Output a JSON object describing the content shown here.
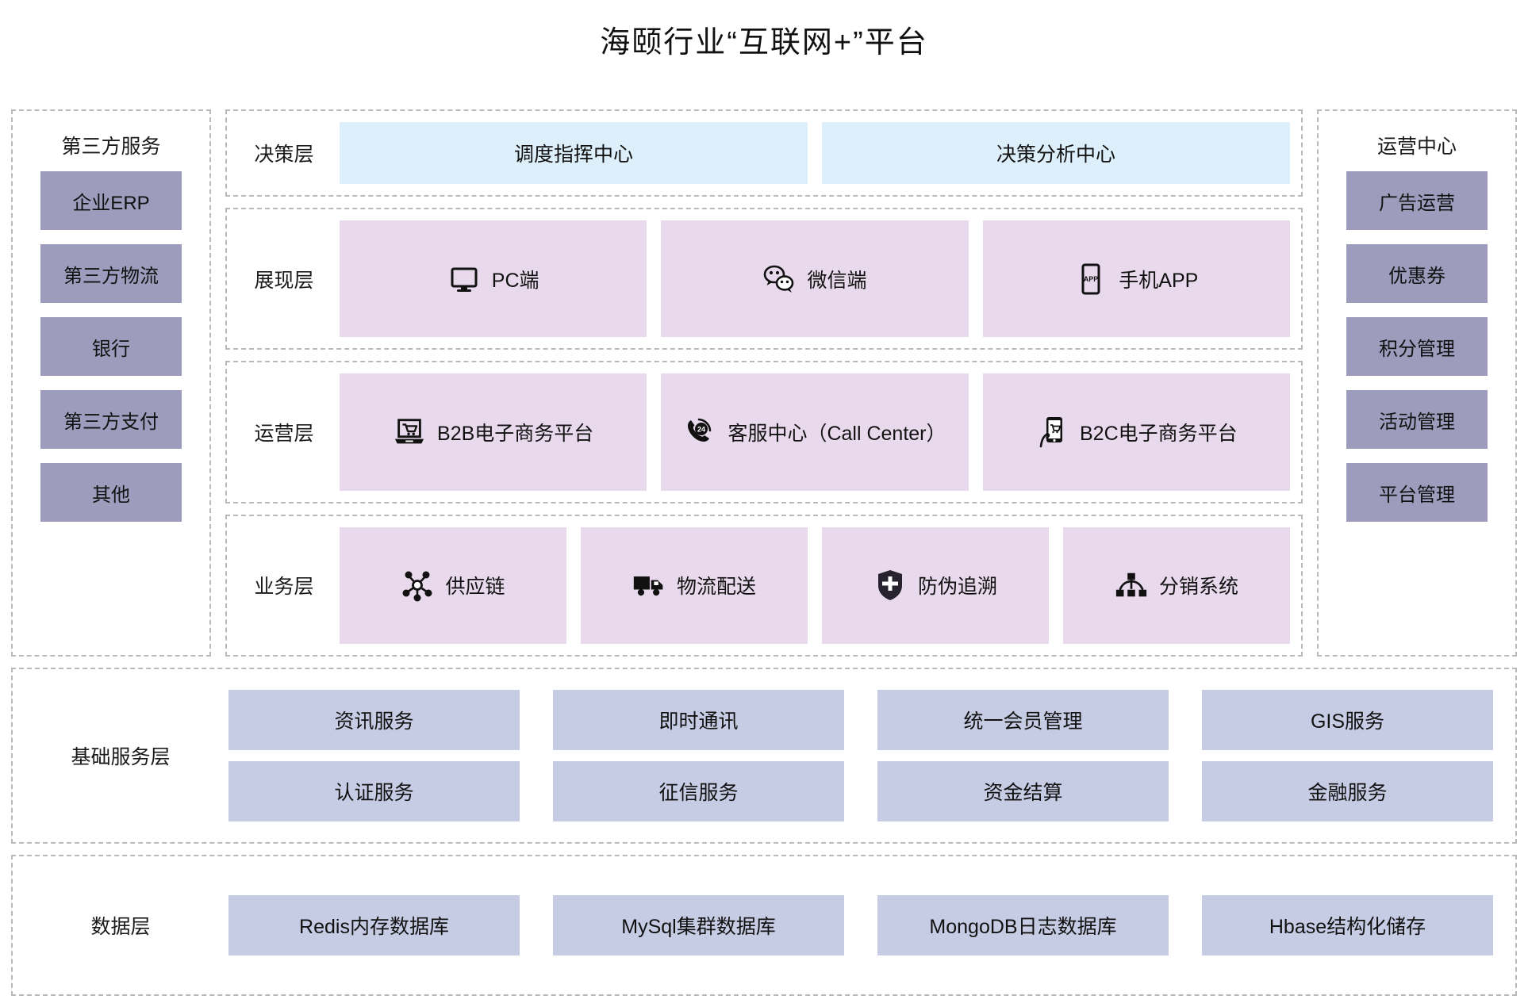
{
  "title": "海颐行业“互联网+”平台",
  "colors": {
    "purple_box": "#9d9cbd",
    "pink_box": "#e8d9ec",
    "blue_box": "#ddeffb",
    "bluegray_box": "#c6cce4",
    "dashed_border": "#b9b9b9"
  },
  "left_panel": {
    "title": "第三方服务",
    "items": [
      {
        "label": "企业ERP"
      },
      {
        "label": "第三方物流"
      },
      {
        "label": "银行"
      },
      {
        "label": "第三方支付"
      },
      {
        "label": "其他"
      }
    ]
  },
  "right_panel": {
    "title": "运营中心",
    "items": [
      {
        "label": "广告运营"
      },
      {
        "label": "优惠券"
      },
      {
        "label": "积分管理"
      },
      {
        "label": "活动管理"
      },
      {
        "label": "平台管理"
      }
    ]
  },
  "layers": {
    "decision": {
      "label": "决策层",
      "items": [
        {
          "label": "调度指挥中心",
          "icon": ""
        },
        {
          "label": "决策分析中心",
          "icon": ""
        }
      ]
    },
    "presentation": {
      "label": "展现层",
      "items": [
        {
          "label": "PC端",
          "icon": "monitor-icon"
        },
        {
          "label": "微信端",
          "icon": "wechat-icon"
        },
        {
          "label": "手机APP",
          "icon": "mobile-app-icon"
        }
      ]
    },
    "operations": {
      "label": "运营层",
      "items": [
        {
          "label": "B2B电子商务平台",
          "icon": "laptop-cart-icon"
        },
        {
          "label": "客服中心（Call Center）",
          "icon": "phone-24h-icon"
        },
        {
          "label": "B2C电子商务平台",
          "icon": "mobile-cart-icon"
        }
      ]
    },
    "business": {
      "label": "业务层",
      "items": [
        {
          "label": "供应链",
          "icon": "network-nodes-icon"
        },
        {
          "label": "物流配送",
          "icon": "truck-icon"
        },
        {
          "label": "防伪追溯",
          "icon": "shield-plus-icon"
        },
        {
          "label": "分销系统",
          "icon": "hierarchy-icon"
        }
      ]
    },
    "base_services": {
      "label": "基础服务层",
      "rows": [
        [
          {
            "label": "资讯服务"
          },
          {
            "label": "即时通讯"
          },
          {
            "label": "统一会员管理"
          },
          {
            "label": "GIS服务"
          }
        ],
        [
          {
            "label": "认证服务"
          },
          {
            "label": "征信服务"
          },
          {
            "label": "资金结算"
          },
          {
            "label": "金融服务"
          }
        ]
      ]
    },
    "data": {
      "label": "数据层",
      "rows": [
        [
          {
            "label": "Redis内存数据库"
          },
          {
            "label": "MySql集群数据库"
          },
          {
            "label": "MongoDB日志数据库"
          },
          {
            "label": "Hbase结构化储存"
          }
        ]
      ]
    }
  }
}
